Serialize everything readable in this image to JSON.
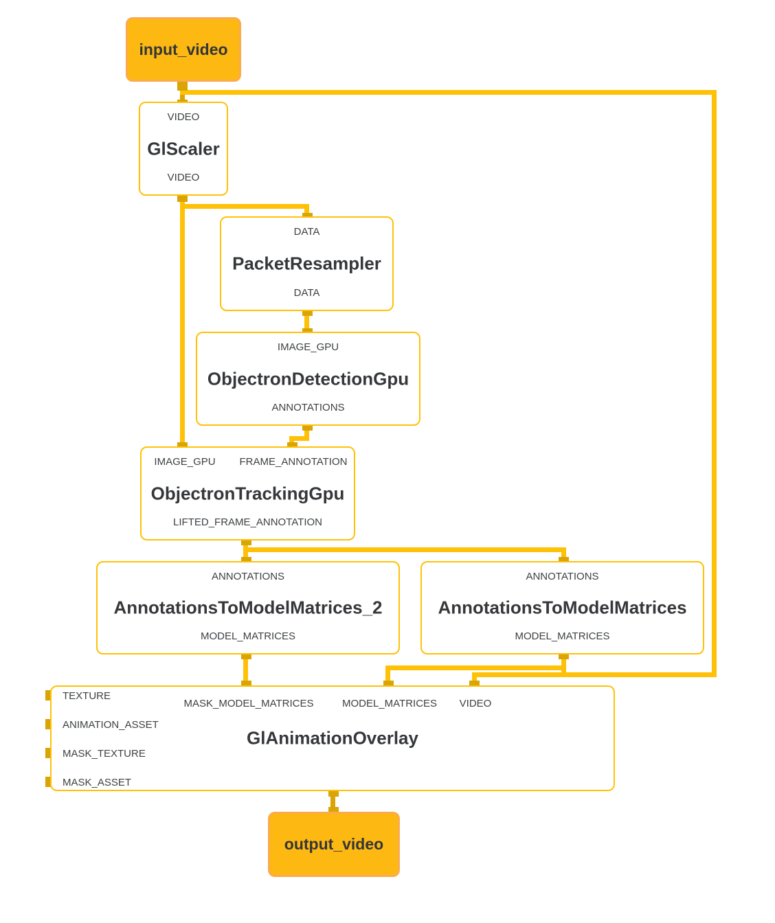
{
  "diagram": {
    "colors": {
      "edge": "#FFC107",
      "connector_square": "#D9A406",
      "calculator_border": "#FFC107",
      "calculator_fill": "#FFFFFF",
      "stream_fill": "#FDB912",
      "stream_border": "#FBAB4D",
      "text": "#36383b"
    },
    "nodes": {
      "input_video": {
        "type": "stream",
        "title": "input_video"
      },
      "glscaler": {
        "type": "calculator",
        "title": "GlScaler",
        "input_ports": [
          "VIDEO"
        ],
        "output_ports": [
          "VIDEO"
        ]
      },
      "packet_resampler": {
        "type": "calculator",
        "title": "PacketResampler",
        "input_ports": [
          "DATA"
        ],
        "output_ports": [
          "DATA"
        ]
      },
      "objectron_detection": {
        "type": "calculator",
        "title": "ObjectronDetectionGpu",
        "input_ports": [
          "IMAGE_GPU"
        ],
        "output_ports": [
          "ANNOTATIONS"
        ]
      },
      "objectron_tracking": {
        "type": "calculator",
        "title": "ObjectronTrackingGpu",
        "input_ports": [
          "IMAGE_GPU",
          "FRAME_ANNOTATION"
        ],
        "output_ports": [
          "LIFTED_FRAME_ANNOTATION"
        ]
      },
      "annotations_to_model_matrices_2": {
        "type": "calculator",
        "title": "AnnotationsToModelMatrices_2",
        "input_ports": [
          "ANNOTATIONS"
        ],
        "output_ports": [
          "MODEL_MATRICES"
        ]
      },
      "annotations_to_model_matrices": {
        "type": "calculator",
        "title": "AnnotationsToModelMatrices",
        "input_ports": [
          "ANNOTATIONS"
        ],
        "output_ports": [
          "MODEL_MATRICES"
        ]
      },
      "gl_animation_overlay": {
        "type": "calculator",
        "title": "GlAnimationOverlay",
        "top_ports": [
          "MASK_MODEL_MATRICES",
          "MODEL_MATRICES",
          "VIDEO"
        ],
        "left_ports": [
          "TEXTURE",
          "ANIMATION_ASSET",
          "MASK_TEXTURE",
          "MASK_ASSET"
        ]
      },
      "output_video": {
        "type": "stream",
        "title": "output_video"
      }
    },
    "connections": [
      {
        "from": "input_video",
        "to": "glscaler.VIDEO"
      },
      {
        "from": "input_video",
        "to": "gl_animation_overlay.VIDEO"
      },
      {
        "from": "glscaler.VIDEO",
        "to": "packet_resampler.DATA"
      },
      {
        "from": "glscaler.VIDEO",
        "to": "objectron_tracking.IMAGE_GPU"
      },
      {
        "from": "packet_resampler.DATA",
        "to": "objectron_detection.IMAGE_GPU"
      },
      {
        "from": "objectron_detection.ANNOTATIONS",
        "to": "objectron_tracking.FRAME_ANNOTATION"
      },
      {
        "from": "objectron_tracking.LIFTED_FRAME_ANNOTATION",
        "to": "annotations_to_model_matrices_2.ANNOTATIONS"
      },
      {
        "from": "objectron_tracking.LIFTED_FRAME_ANNOTATION",
        "to": "annotations_to_model_matrices.ANNOTATIONS"
      },
      {
        "from": "annotations_to_model_matrices_2.MODEL_MATRICES",
        "to": "gl_animation_overlay.MASK_MODEL_MATRICES"
      },
      {
        "from": "annotations_to_model_matrices.MODEL_MATRICES",
        "to": "gl_animation_overlay.MODEL_MATRICES"
      },
      {
        "from": "gl_animation_overlay",
        "to": "output_video"
      }
    ]
  }
}
